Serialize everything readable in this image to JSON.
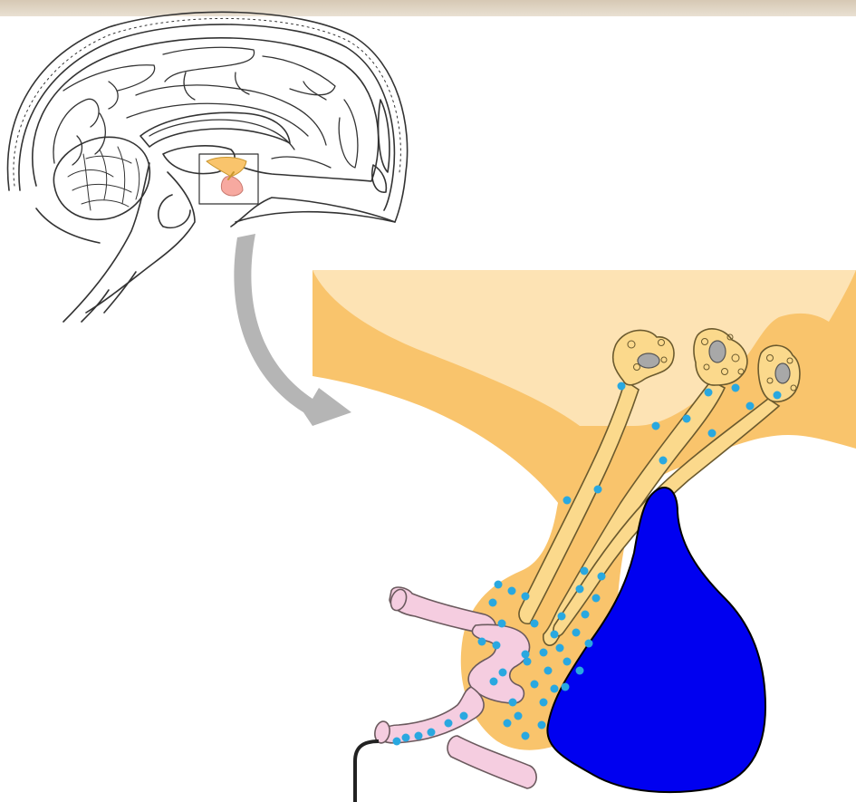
{
  "figure": {
    "type": "anatomical-illustration",
    "panels": [
      "brain-sagittal-section",
      "hypothalamus-pituitary-enlargement"
    ],
    "colors": {
      "background": "#ffffff",
      "top_band": "#d9ccb9",
      "hypothalamus_light": "#fde3b4",
      "hypothalamus_dark": "#f9c46c",
      "neuron_fill": "#fbd98c",
      "nucleus": "#a8a8a8",
      "granules": "#29a8e0",
      "blood_vessel": "#f5cde0",
      "anterior_pituitary": "#0000f0",
      "zoom_arrow": "#b5b5b5",
      "line_art": "#333333"
    }
  }
}
